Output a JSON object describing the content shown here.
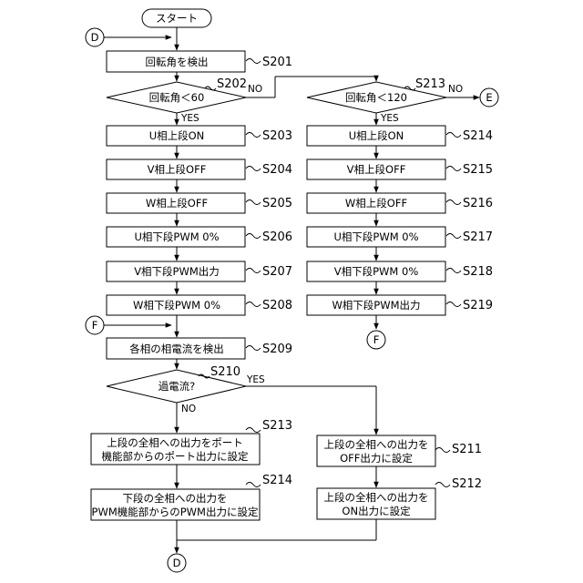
{
  "start": "スタート",
  "connectors": {
    "D": "D",
    "E": "E",
    "F": "F"
  },
  "steps": {
    "s201": {
      "label": "S201",
      "text": "回転角を検出"
    },
    "s202": {
      "label": "S202",
      "text": "回転角＜60"
    },
    "s203": {
      "label": "S203",
      "text": "U相上段ON"
    },
    "s204": {
      "label": "S204",
      "text": "V相上段OFF"
    },
    "s205": {
      "label": "S205",
      "text": "W相上段OFF"
    },
    "s206": {
      "label": "S206",
      "text": "U相下段PWM 0%"
    },
    "s207": {
      "label": "S207",
      "text": "V相下段PWM出力"
    },
    "s208": {
      "label": "S208",
      "text": "W相下段PWM 0%"
    },
    "s209": {
      "label": "S209",
      "text": "各相の相電流を検出"
    },
    "s210": {
      "label": "S210",
      "text": "過電流?"
    },
    "s213_decision": {
      "label": "S213",
      "text": "回転角＜120"
    },
    "s214": {
      "label": "S214",
      "text": "U相上段ON"
    },
    "s215": {
      "label": "S215",
      "text": "V相上段OFF"
    },
    "s216": {
      "label": "S216",
      "text": "W相上段OFF"
    },
    "s217": {
      "label": "S217",
      "text": "U相下段PWM 0%"
    },
    "s218": {
      "label": "S218",
      "text": "V相下段PWM 0%"
    },
    "s219": {
      "label": "S219",
      "text": "W相下段PWM出力"
    },
    "s213_proc": {
      "label": "S213",
      "line1": "上段の全相への出力をポート",
      "line2": "機能部からのポート出力に設定"
    },
    "s214_proc": {
      "label": "S214",
      "line1": "下段の全相への出力を",
      "line2": "PWM機能部からのPWM出力に設定"
    },
    "s211": {
      "label": "S211",
      "line1": "上段の全相への出力を",
      "line2": "OFF出力に設定"
    },
    "s212": {
      "label": "S212",
      "line1": "上段の全相への出力を",
      "line2": "ON出力に設定"
    }
  },
  "branch": {
    "yes": "YES",
    "no": "NO"
  }
}
